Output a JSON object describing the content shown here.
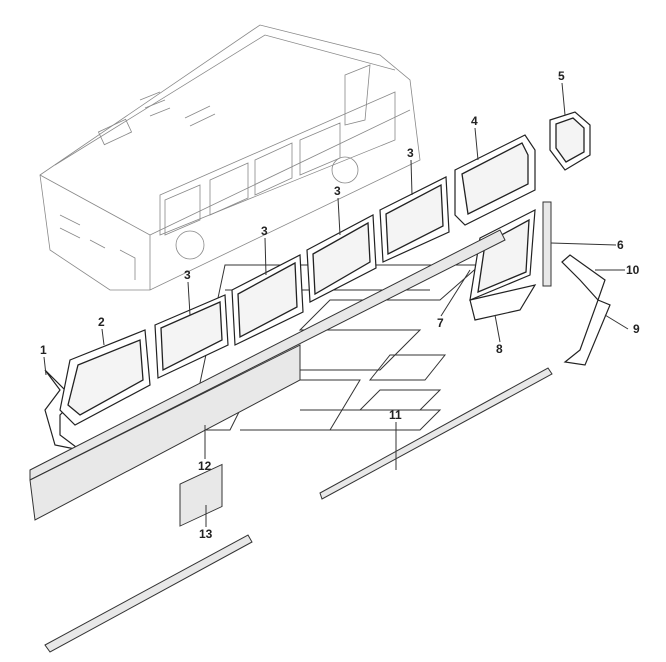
{
  "diagram": {
    "title": "Bus side window glass exploded view",
    "callouts": [
      {
        "id": "c1",
        "text": "1"
      },
      {
        "id": "c2",
        "text": "2"
      },
      {
        "id": "c3a",
        "text": "3"
      },
      {
        "id": "c3b",
        "text": "3"
      },
      {
        "id": "c3c",
        "text": "3"
      },
      {
        "id": "c3d",
        "text": "3"
      },
      {
        "id": "c4",
        "text": "4"
      },
      {
        "id": "c5",
        "text": "5"
      },
      {
        "id": "c6",
        "text": "6"
      },
      {
        "id": "c7",
        "text": "7"
      },
      {
        "id": "c8",
        "text": "8"
      },
      {
        "id": "c9",
        "text": "9"
      },
      {
        "id": "c10",
        "text": "10"
      },
      {
        "id": "c11",
        "text": "11"
      },
      {
        "id": "c12",
        "text": "12"
      },
      {
        "id": "c13",
        "text": "13"
      }
    ]
  }
}
